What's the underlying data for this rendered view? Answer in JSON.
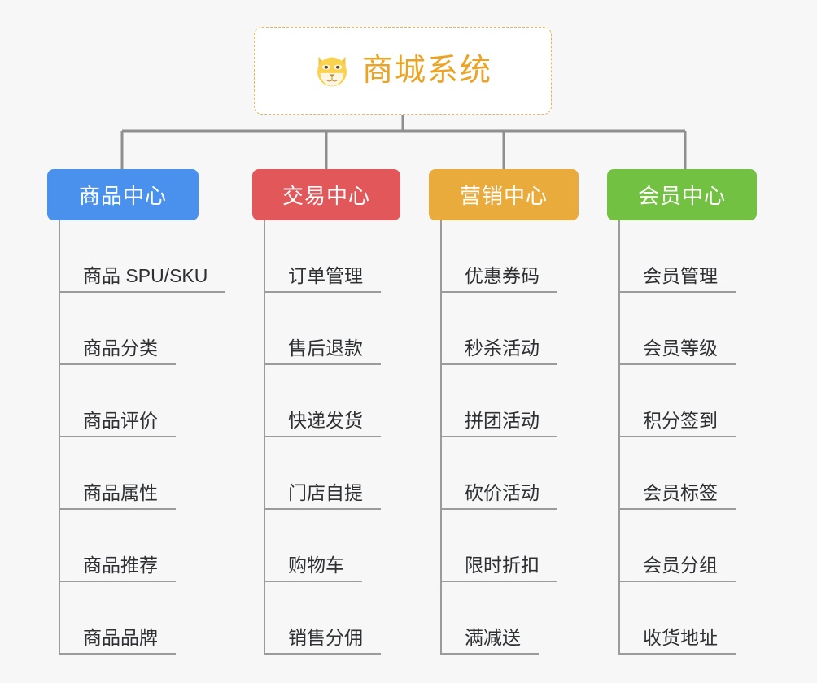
{
  "background_color": "#f7f7f7",
  "root": {
    "title": "商城系统",
    "icon": "dog-face-icon",
    "text_color": "#eda322",
    "border_color": "#e8b75a",
    "background": "#ffffff"
  },
  "branches": [
    {
      "label": "商品中心",
      "color": "#4a90ed",
      "items": [
        {
          "label": "商品 SPU/SKU"
        },
        {
          "label": "商品分类"
        },
        {
          "label": "商品评价"
        },
        {
          "label": "商品属性"
        },
        {
          "label": "商品推荐"
        },
        {
          "label": "商品品牌"
        }
      ]
    },
    {
      "label": "交易中心",
      "color": "#e2585a",
      "items": [
        {
          "label": "订单管理"
        },
        {
          "label": "售后退款"
        },
        {
          "label": "快递发货"
        },
        {
          "label": "门店自提"
        },
        {
          "label": "购物车"
        },
        {
          "label": "销售分佣"
        }
      ]
    },
    {
      "label": "营销中心",
      "color": "#e9ab3c",
      "items": [
        {
          "label": "优惠券码"
        },
        {
          "label": "秒杀活动"
        },
        {
          "label": "拼团活动"
        },
        {
          "label": "砍价活动"
        },
        {
          "label": "限时折扣"
        },
        {
          "label": "满减送"
        }
      ]
    },
    {
      "label": "会员中心",
      "color": "#73c142",
      "items": [
        {
          "label": "会员管理"
        },
        {
          "label": "会员等级"
        },
        {
          "label": "积分签到"
        },
        {
          "label": "会员标签"
        },
        {
          "label": "会员分组"
        },
        {
          "label": "收货地址"
        }
      ]
    }
  ],
  "connector_color": "#8f8f8f"
}
